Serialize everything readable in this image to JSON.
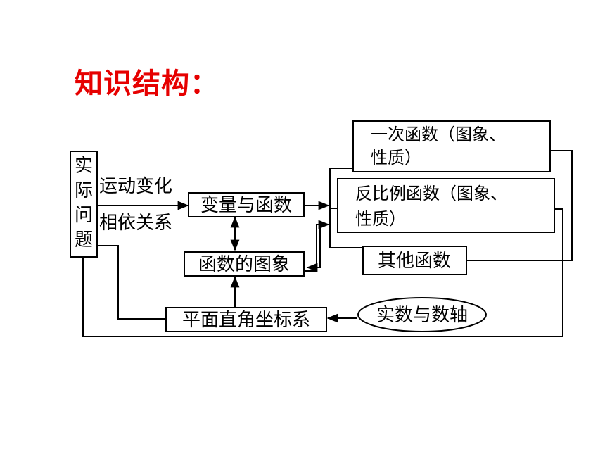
{
  "title": "知识结构：",
  "nodes": {
    "practical": [
      "实",
      "际",
      "问",
      "题"
    ],
    "motion": "运动变化",
    "dependence": "相依关系",
    "variable_function": "变量与函数",
    "function_graph": "函数的图象",
    "coordinate_system": "平面直角坐标系",
    "real_number_axis": "实数与数轴",
    "linear_function": [
      "一次函数（图象、",
      "性质）"
    ],
    "inverse_function": [
      "反比例函数（图象、",
      "性质）"
    ],
    "other_functions": "其他函数"
  }
}
